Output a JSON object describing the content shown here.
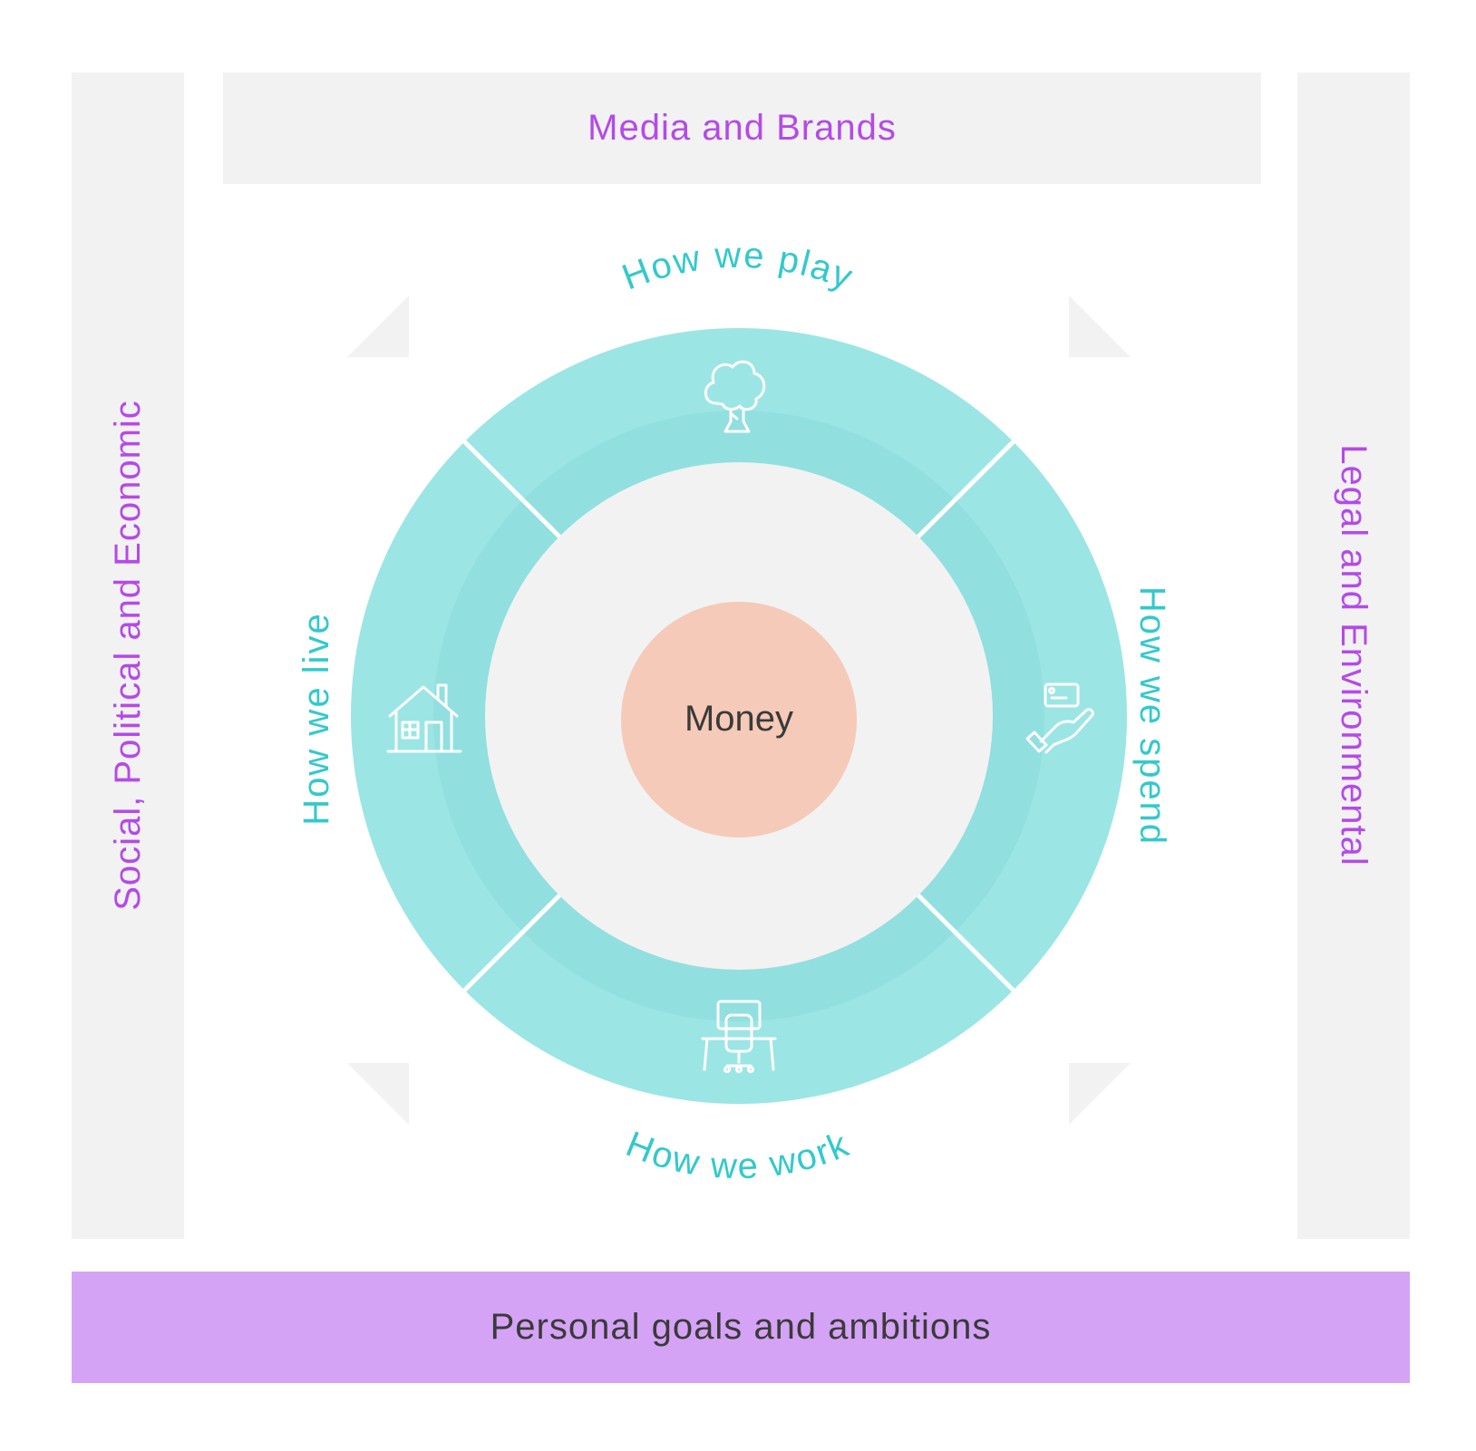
{
  "frame": {
    "top_label": "Media and Brands",
    "left_label": "Social, Political and Economic",
    "right_label": "Legal and Environmental",
    "bottom_label": "Personal goals and ambitions"
  },
  "wheel": {
    "center_label": "Money",
    "segments": [
      {
        "label": "How we play",
        "icon": "tree-icon"
      },
      {
        "label": "How we spend",
        "icon": "hand-card-icon"
      },
      {
        "label": "How we work",
        "icon": "desk-chair-icon"
      },
      {
        "label": "How we live",
        "icon": "house-icon"
      }
    ]
  },
  "colors": {
    "panel": "#f2f2f2",
    "accent_purple": "#b44ae8",
    "bottom_bar": "#d5a3f5",
    "ring_outer": "#9ce5e5",
    "ring_inner": "#92dfe0",
    "teal_text": "#33c9cc",
    "center_circle": "#f5cab8",
    "dark_text": "#3a3a3a"
  }
}
